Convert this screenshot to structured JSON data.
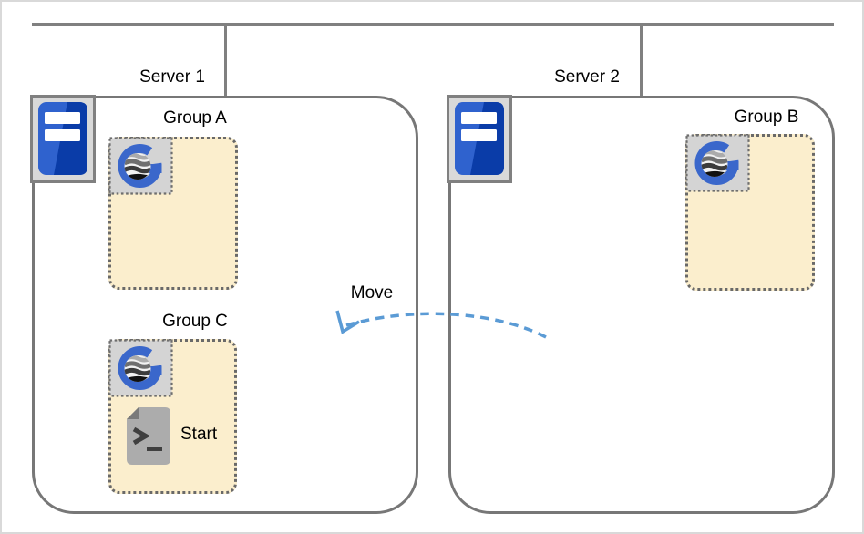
{
  "servers": [
    {
      "label": "Server 1"
    },
    {
      "label": "Server 2"
    }
  ],
  "groups": [
    {
      "label": "Group A",
      "server": "Server 1"
    },
    {
      "label": "Group B",
      "server": "Server 2"
    },
    {
      "label": "Group C",
      "server": "Server 1",
      "script_label": "Start"
    }
  ],
  "move": {
    "label": "Move"
  },
  "icons": {
    "server": "server-tower-icon",
    "group": "group-g-logo-icon",
    "script": "start-script-icon",
    "arrow": "move-dashed-arrow"
  },
  "colors": {
    "network_line": "#808080",
    "server_box_border": "#777777",
    "group_fill": "#FBEECD",
    "group_dotted_border": "#696969",
    "icon_square_fill": "#D4D4D4",
    "server_icon_square_fill": "#D9D9D9",
    "server_blue_light": "#2F62CE",
    "server_blue_dark": "#0A3CA8",
    "g_logo_blue": "#3A67CB",
    "arrow_blue": "#5B9BD5",
    "doc_gray": "#ACACAC",
    "doc_fold_gray": "#7A7A7A",
    "text": "#000000"
  }
}
